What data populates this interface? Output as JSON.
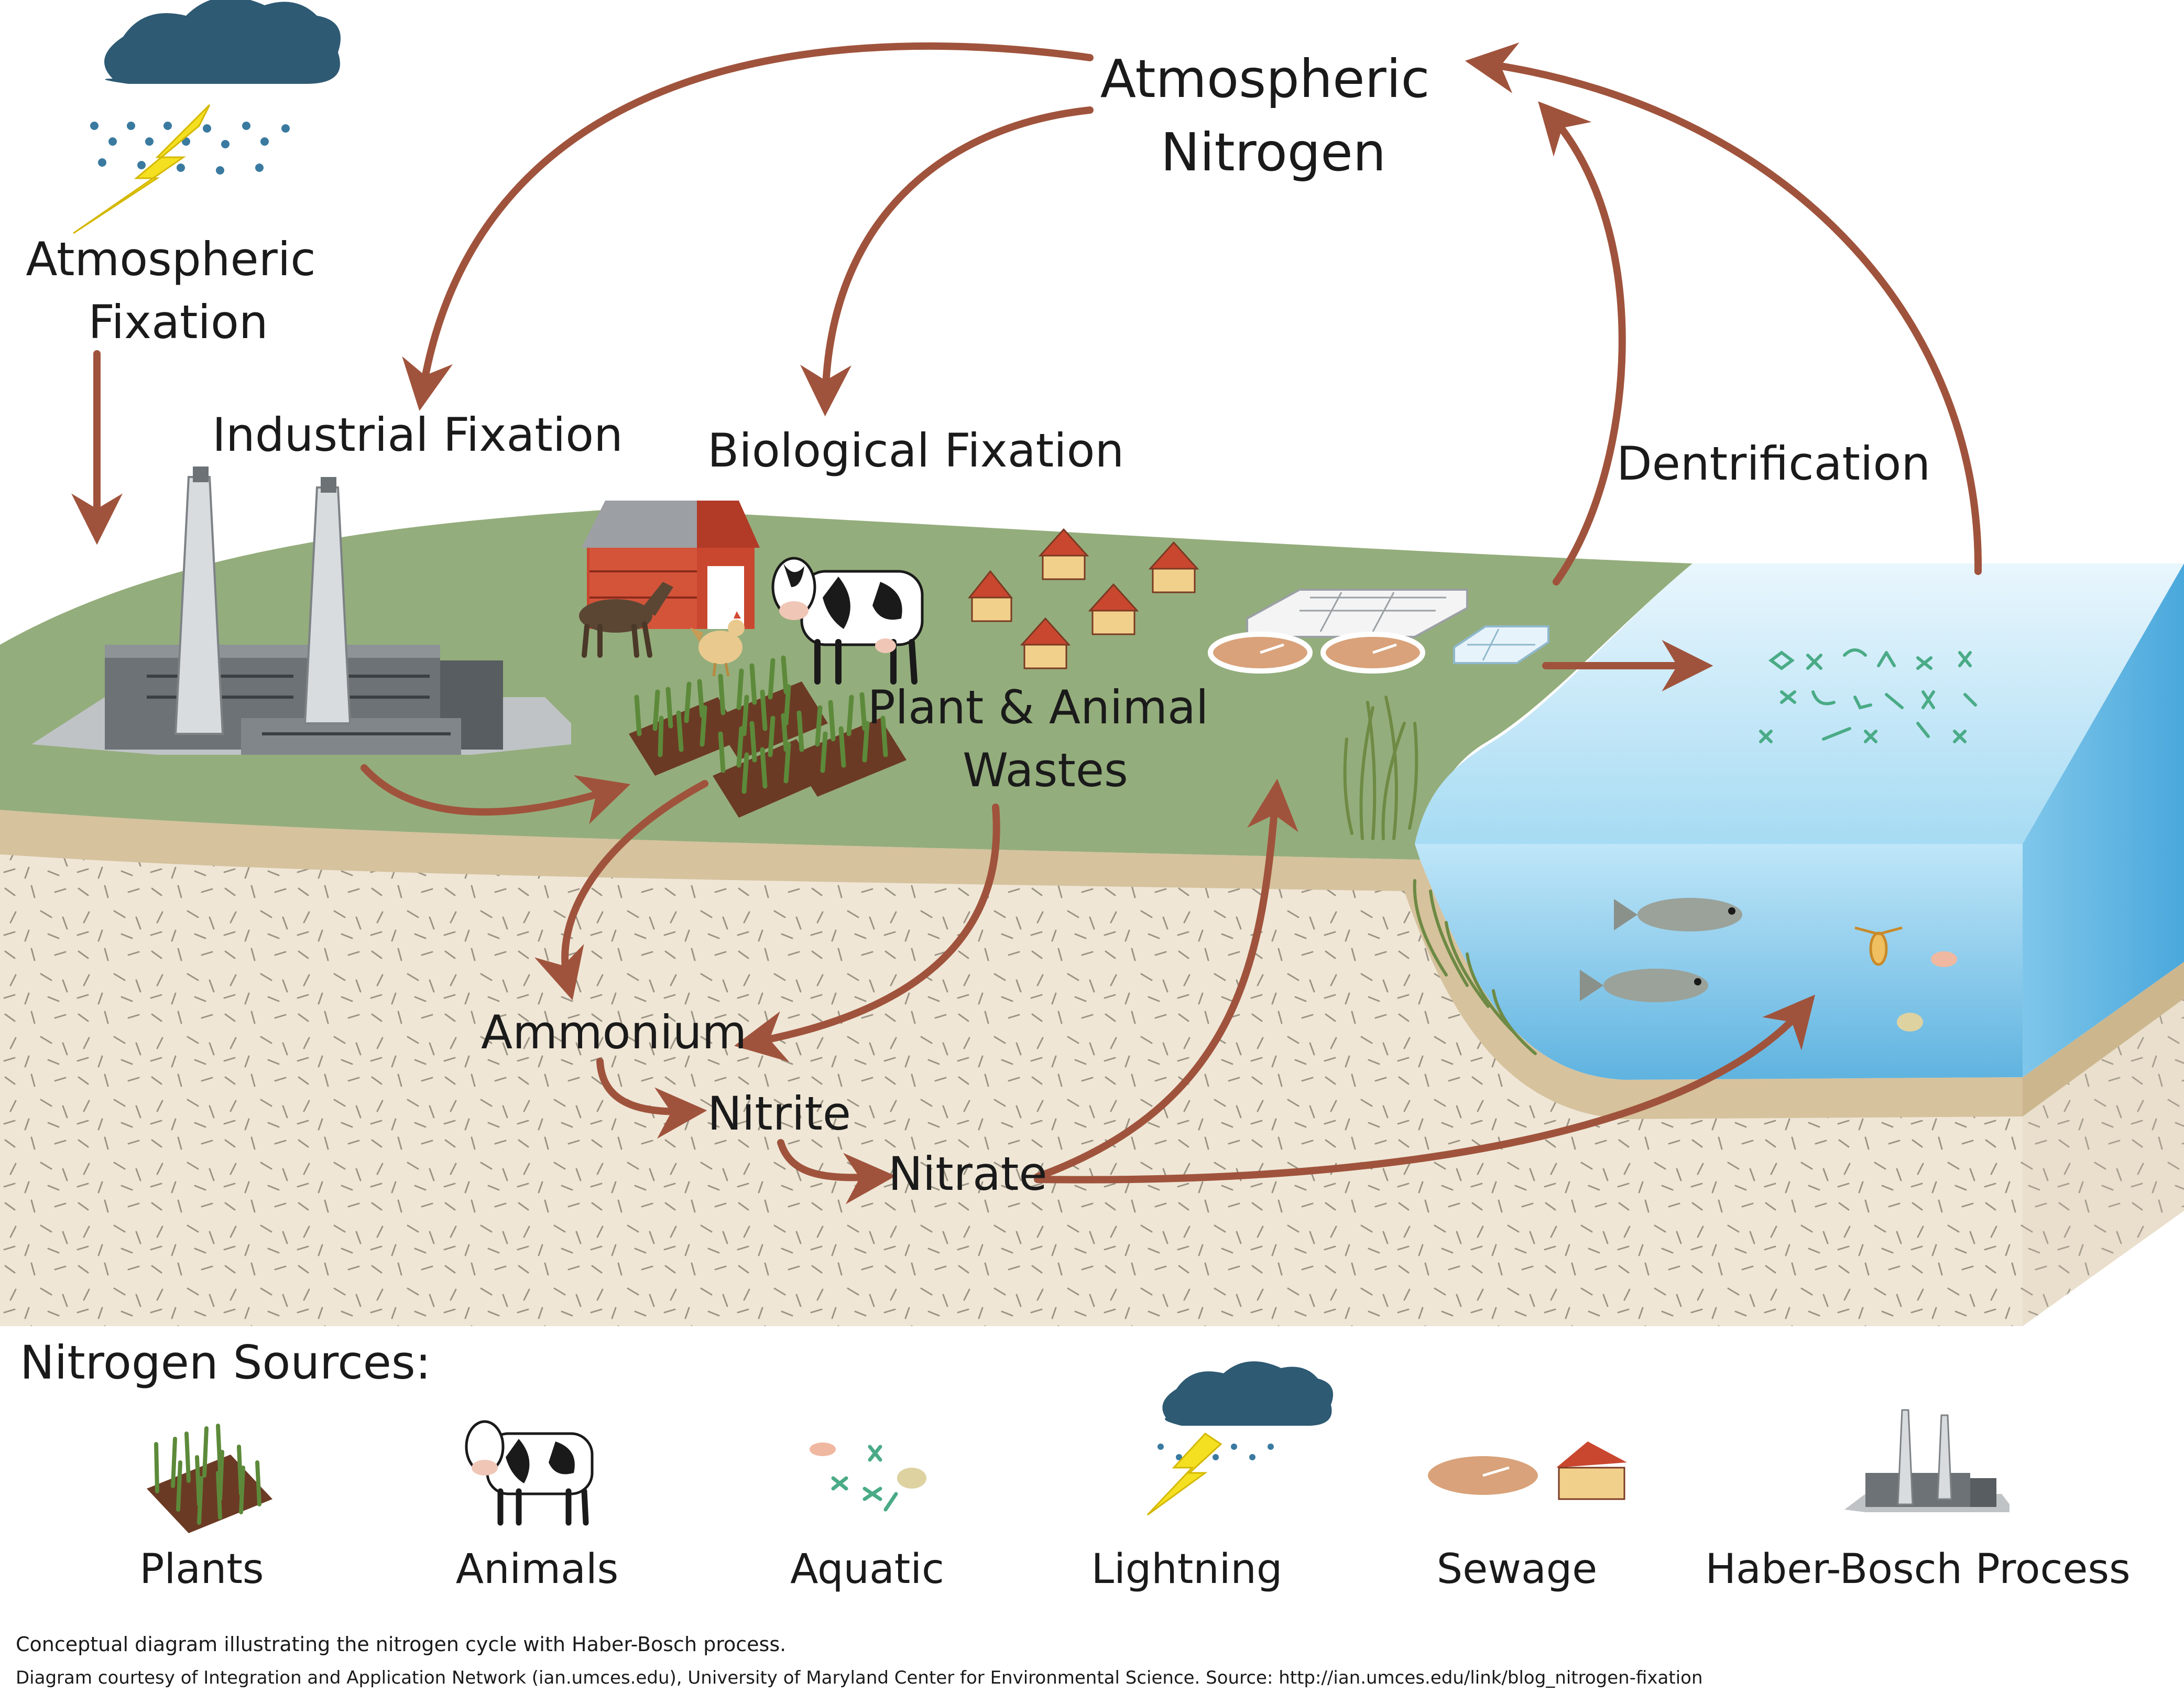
{
  "diagram": {
    "atmospheric_nitrogen": [
      "Atmospheric",
      "Nitrogen"
    ],
    "atmospheric_fixation": [
      "Atmospheric",
      "Fixation"
    ],
    "industrial_fixation": "Industrial Fixation",
    "biological_fixation": "Biological Fixation",
    "denitrification": "Dentrification",
    "plant_animal_wastes": [
      "Plant & Animal",
      "Wastes"
    ],
    "ammonium": "Ammonium",
    "nitrite": "Nitrite",
    "nitrate": "Nitrate"
  },
  "legend": {
    "title": "Nitrogen Sources:",
    "items": [
      {
        "label": "Plants",
        "icon": "crop-field-icon"
      },
      {
        "label": "Animals",
        "icon": "cow-icon"
      },
      {
        "label": "Aquatic",
        "icon": "plankton-icon"
      },
      {
        "label": "Lightning",
        "icon": "storm-cloud-lightning-icon"
      },
      {
        "label": "Sewage",
        "icon": "sewage-treatment-icon"
      },
      {
        "label": "Haber-Bosch Process",
        "icon": "factory-icon"
      }
    ]
  },
  "caption": {
    "line1": "Conceptual diagram illustrating the nitrogen cycle with Haber-Bosch process.",
    "line2": "Diagram courtesy of Integration and Application Network (ian.umces.edu), University of Maryland Center for Environmental Science. Source: http://ian.umces.edu/link/blog_nitrogen-fixation"
  },
  "colors": {
    "arrow": "#a0533c",
    "grass": "#94ad7c",
    "soil_band": "#d6c29d",
    "soil": "#efe6d6",
    "water": "#8fcdec",
    "cloud": "#2e5a73",
    "lightning": "#f4e020"
  }
}
